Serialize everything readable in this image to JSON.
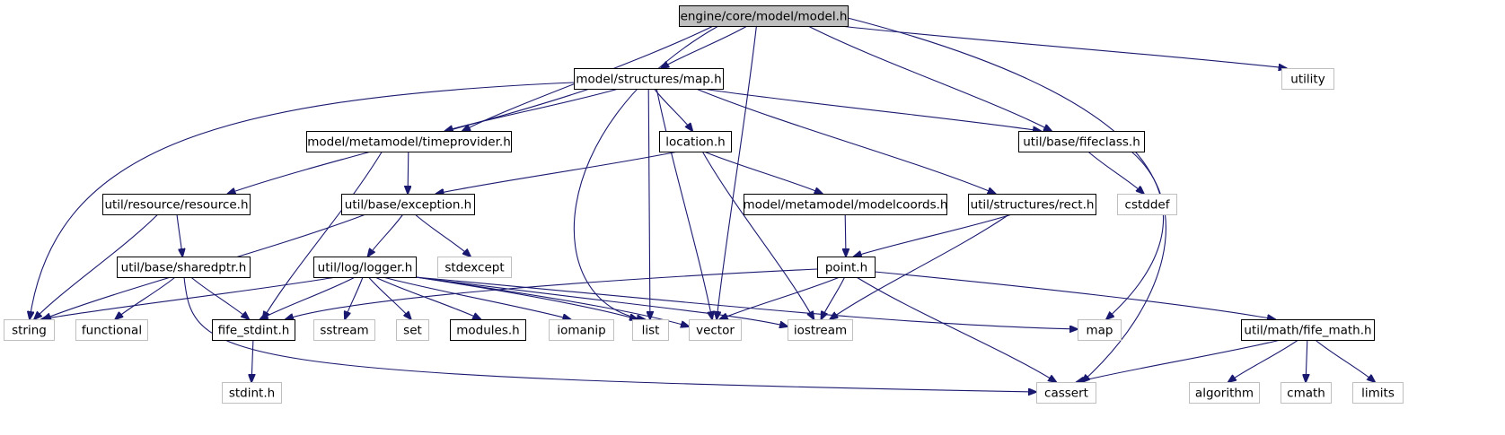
{
  "colors": {
    "edge": "#191970",
    "root_fill": "#bfbfbf",
    "internal_border": "#000000",
    "external_border": "#bfbfbf",
    "background": "#ffffff"
  },
  "nodes": [
    {
      "id": "model_h",
      "label": "engine/core/model/model.h",
      "kind": "root"
    },
    {
      "id": "map_h",
      "label": "model/structures/map.h",
      "kind": "internal"
    },
    {
      "id": "utility",
      "label": "utility",
      "kind": "external"
    },
    {
      "id": "timeprovider_h",
      "label": "model/metamodel/timeprovider.h",
      "kind": "internal"
    },
    {
      "id": "location_h",
      "label": "location.h",
      "kind": "internal"
    },
    {
      "id": "fifeclass_h",
      "label": "util/base/fifeclass.h",
      "kind": "internal"
    },
    {
      "id": "resource_h",
      "label": "util/resource/resource.h",
      "kind": "internal"
    },
    {
      "id": "exception_h",
      "label": "util/base/exception.h",
      "kind": "internal"
    },
    {
      "id": "modelcoords_h",
      "label": "model/metamodel/modelcoords.h",
      "kind": "internal"
    },
    {
      "id": "rect_h",
      "label": "util/structures/rect.h",
      "kind": "internal"
    },
    {
      "id": "cstddef",
      "label": "cstddef",
      "kind": "external"
    },
    {
      "id": "sharedptr_h",
      "label": "util/base/sharedptr.h",
      "kind": "internal"
    },
    {
      "id": "logger_h",
      "label": "util/log/logger.h",
      "kind": "internal"
    },
    {
      "id": "stdexcept",
      "label": "stdexcept",
      "kind": "external"
    },
    {
      "id": "point_h",
      "label": "point.h",
      "kind": "internal"
    },
    {
      "id": "string",
      "label": "string",
      "kind": "external"
    },
    {
      "id": "functional",
      "label": "functional",
      "kind": "external"
    },
    {
      "id": "fife_stdint_h",
      "label": "fife_stdint.h",
      "kind": "internal"
    },
    {
      "id": "sstream",
      "label": "sstream",
      "kind": "external"
    },
    {
      "id": "set",
      "label": "set",
      "kind": "external"
    },
    {
      "id": "modules_h",
      "label": "modules.h",
      "kind": "internal"
    },
    {
      "id": "iomanip",
      "label": "iomanip",
      "kind": "external"
    },
    {
      "id": "list",
      "label": "list",
      "kind": "external"
    },
    {
      "id": "vector",
      "label": "vector",
      "kind": "external"
    },
    {
      "id": "iostream",
      "label": "iostream",
      "kind": "external"
    },
    {
      "id": "map",
      "label": "map",
      "kind": "external"
    },
    {
      "id": "fife_math_h",
      "label": "util/math/fife_math.h",
      "kind": "internal"
    },
    {
      "id": "stdint_h",
      "label": "stdint.h",
      "kind": "external"
    },
    {
      "id": "cassert",
      "label": "cassert",
      "kind": "external"
    },
    {
      "id": "algorithm",
      "label": "algorithm",
      "kind": "external"
    },
    {
      "id": "cmath",
      "label": "cmath",
      "kind": "external"
    },
    {
      "id": "limits",
      "label": "limits",
      "kind": "external"
    }
  ],
  "edges": [
    {
      "from": "model_h",
      "to": "map_h"
    },
    {
      "from": "model_h",
      "to": "timeprovider_h"
    },
    {
      "from": "model_h",
      "to": "list"
    },
    {
      "from": "model_h",
      "to": "vector"
    },
    {
      "from": "model_h",
      "to": "fifeclass_h"
    },
    {
      "from": "model_h",
      "to": "map"
    },
    {
      "from": "model_h",
      "to": "utility"
    },
    {
      "from": "map_h",
      "to": "string"
    },
    {
      "from": "map_h",
      "to": "resource_h"
    },
    {
      "from": "map_h",
      "to": "timeprovider_h"
    },
    {
      "from": "map_h",
      "to": "list"
    },
    {
      "from": "map_h",
      "to": "vector"
    },
    {
      "from": "map_h",
      "to": "location_h"
    },
    {
      "from": "map_h",
      "to": "rect_h"
    },
    {
      "from": "map_h",
      "to": "fifeclass_h"
    },
    {
      "from": "timeprovider_h",
      "to": "exception_h"
    },
    {
      "from": "timeprovider_h",
      "to": "fife_stdint_h"
    },
    {
      "from": "location_h",
      "to": "exception_h"
    },
    {
      "from": "location_h",
      "to": "modelcoords_h"
    },
    {
      "from": "location_h",
      "to": "iostream"
    },
    {
      "from": "fifeclass_h",
      "to": "cstddef"
    },
    {
      "from": "fifeclass_h",
      "to": "cassert"
    },
    {
      "from": "resource_h",
      "to": "string"
    },
    {
      "from": "resource_h",
      "to": "sharedptr_h"
    },
    {
      "from": "exception_h",
      "to": "string"
    },
    {
      "from": "exception_h",
      "to": "logger_h"
    },
    {
      "from": "exception_h",
      "to": "stdexcept"
    },
    {
      "from": "modelcoords_h",
      "to": "point_h"
    },
    {
      "from": "rect_h",
      "to": "point_h"
    },
    {
      "from": "rect_h",
      "to": "iostream"
    },
    {
      "from": "sharedptr_h",
      "to": "functional"
    },
    {
      "from": "sharedptr_h",
      "to": "fife_stdint_h"
    },
    {
      "from": "sharedptr_h",
      "to": "cassert"
    },
    {
      "from": "logger_h",
      "to": "string"
    },
    {
      "from": "logger_h",
      "to": "fife_stdint_h"
    },
    {
      "from": "logger_h",
      "to": "sstream"
    },
    {
      "from": "logger_h",
      "to": "set"
    },
    {
      "from": "logger_h",
      "to": "modules_h"
    },
    {
      "from": "logger_h",
      "to": "iomanip"
    },
    {
      "from": "logger_h",
      "to": "list"
    },
    {
      "from": "logger_h",
      "to": "vector"
    },
    {
      "from": "logger_h",
      "to": "iostream"
    },
    {
      "from": "logger_h",
      "to": "map"
    },
    {
      "from": "point_h",
      "to": "fife_stdint_h"
    },
    {
      "from": "point_h",
      "to": "vector"
    },
    {
      "from": "point_h",
      "to": "iostream"
    },
    {
      "from": "point_h",
      "to": "cassert"
    },
    {
      "from": "point_h",
      "to": "fife_math_h"
    },
    {
      "from": "fife_stdint_h",
      "to": "stdint_h"
    },
    {
      "from": "fife_math_h",
      "to": "cassert"
    },
    {
      "from": "fife_math_h",
      "to": "algorithm"
    },
    {
      "from": "fife_math_h",
      "to": "cmath"
    },
    {
      "from": "fife_math_h",
      "to": "limits"
    }
  ]
}
